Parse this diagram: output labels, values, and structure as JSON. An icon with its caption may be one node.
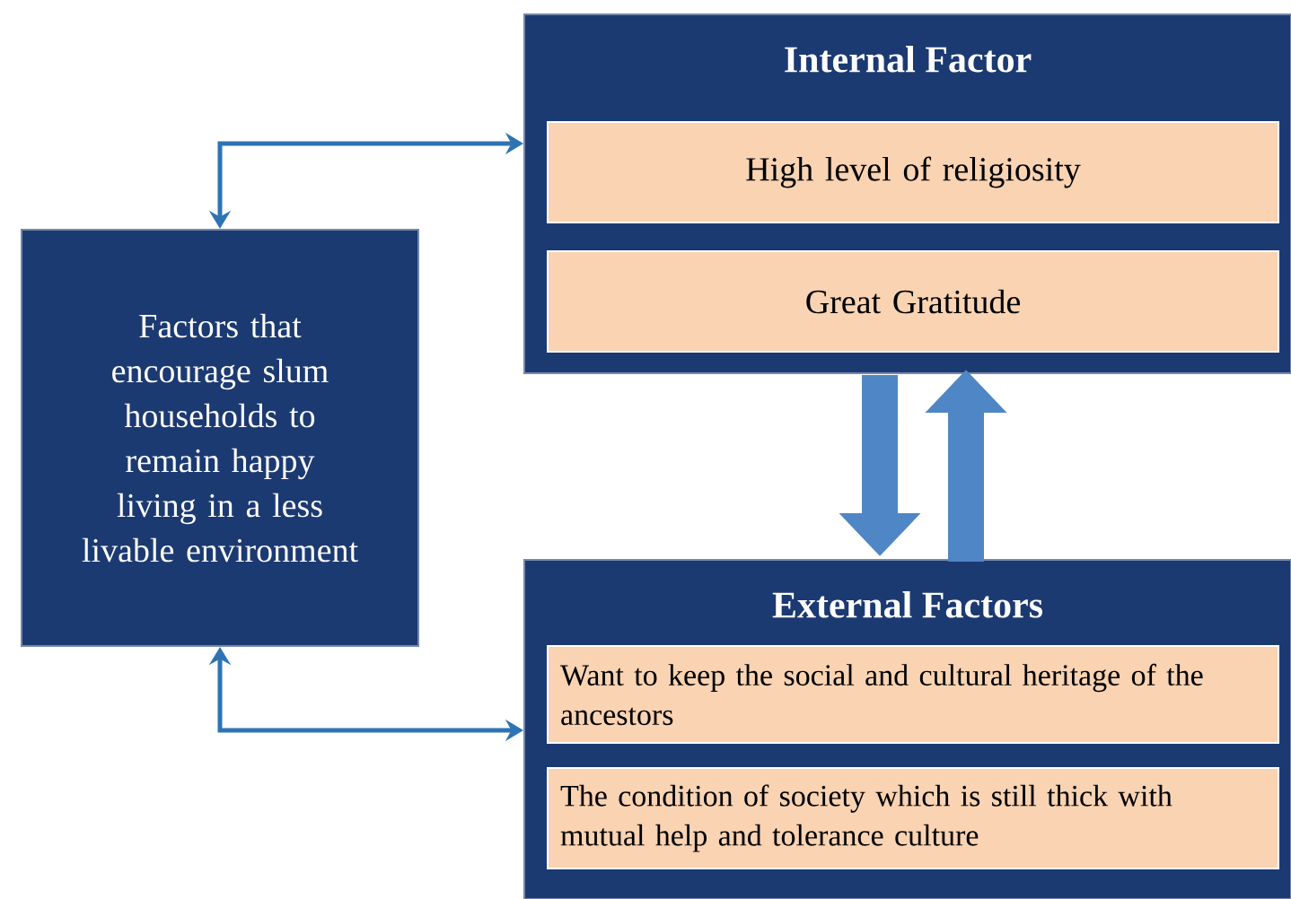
{
  "diagram": {
    "nodes": [
      {
        "text": [
          "Factors that encourage slum households to remain happy living in a less livable environment"
        ]
      },
      {
        "text": [
          "Internal Factor"
        ]
      },
      {
        "text": [
          "High level of religiosity"
        ],
        "in": 1
      },
      {
        "text": [
          "Great Gratitude"
        ],
        "in": 1
      },
      {
        "text": [
          "External Factors"
        ]
      },
      {
        "text": [
          "Want to keep the social and cultural heritage of the ancestors"
        ],
        "in": 4
      },
      {
        "text": [
          "The condition of society which is still thick with mutual help and tolerance culture"
        ],
        "in": 4
      }
    ],
    "edges": [
      {
        "from": 0,
        "to": 1,
        "arrow": "both"
      },
      {
        "from": 0,
        "to": 4,
        "arrow": "both"
      },
      {
        "from": 1,
        "to": 4,
        "arrow": "to",
        "style": "thick"
      },
      {
        "from": 4,
        "to": 1,
        "arrow": "to",
        "style": "thick"
      }
    ]
  }
}
